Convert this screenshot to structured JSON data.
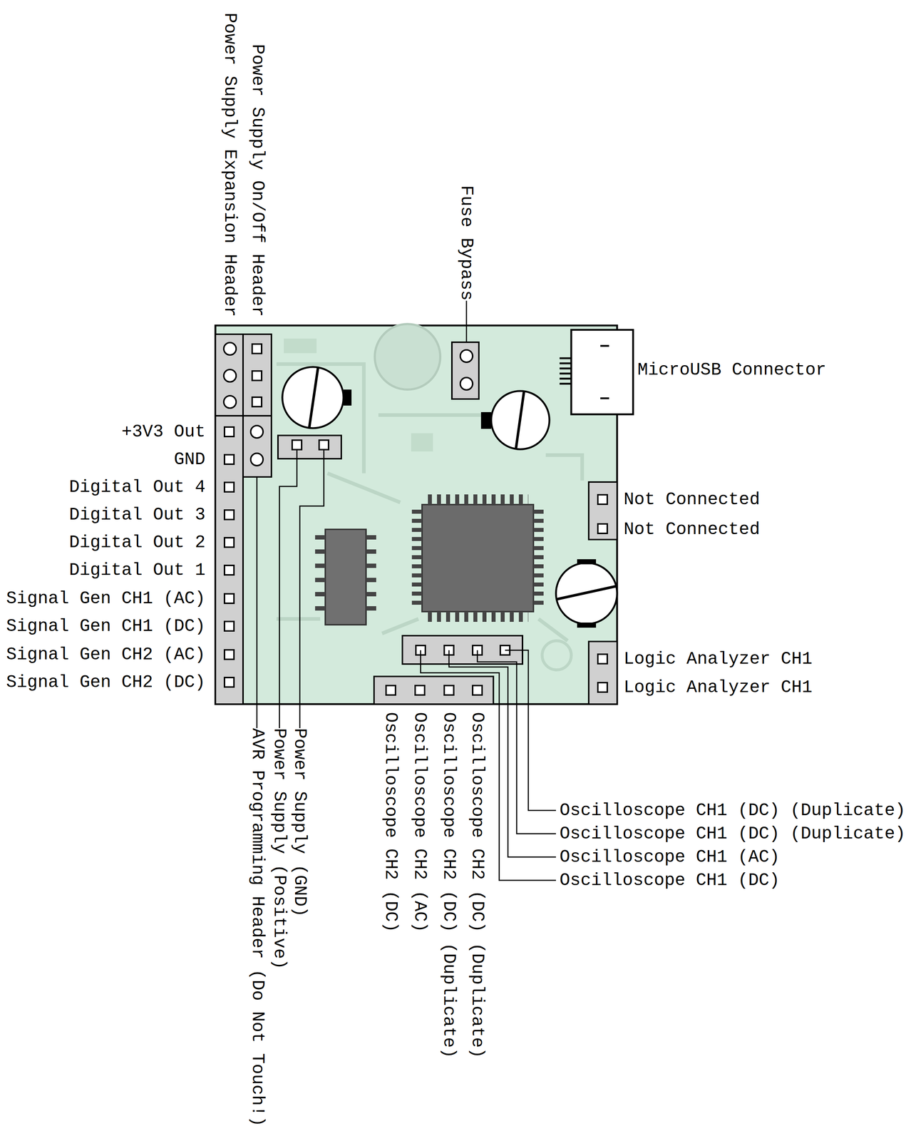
{
  "diagram": {
    "labels": [
      "Power Supply Expansion Header",
      "Power Supply On/Off Header",
      "Fuse Bypass",
      "MicroUSB Connector",
      "+3V3 Out",
      "GND",
      "Digital Out 4",
      "Not Connected",
      "Digital Out 3",
      "Not Connected",
      "Digital Out 2",
      "Digital Out 1",
      "Signal Gen CH1 (AC)",
      "Signal Gen CH1 (DC)",
      "Logic Analyzer CH1",
      "Signal Gen CH2 (AC)",
      "Logic Analyzer CH1",
      "Signal Gen CH2 (DC)",
      "AVR Programming Header (Do Not Touch!)",
      "Power Supply (Positive)",
      "Power Supply (GND)",
      "Oscilloscope CH2 (DC)",
      "Oscilloscope CH2 (AC)",
      "Oscilloscope CH2 (DC) (Duplicate)",
      "Oscilloscope CH2 (DC) (Duplicate)",
      "Oscilloscope CH1 (DC) (Duplicate)",
      "Oscilloscope CH1 (DC) (Duplicate)",
      "Oscilloscope CH1 (AC)",
      "Oscilloscope CH1 (DC)"
    ]
  }
}
